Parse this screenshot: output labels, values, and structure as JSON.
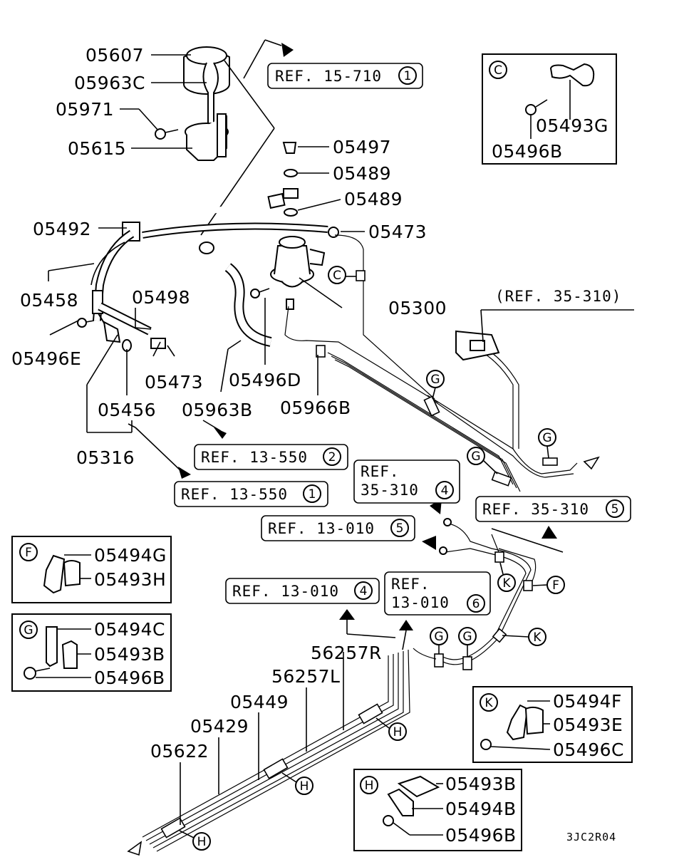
{
  "diagram": {
    "drawing_code": "3JC2R04",
    "part_labels": {
      "p05607": "05607",
      "p05963C": "05963C",
      "p05971": "05971",
      "p05615": "05615",
      "p05497": "05497",
      "p05489a": "05489",
      "p05489b": "05489",
      "p05473a": "05473",
      "p05492": "05492",
      "p05458": "05458",
      "p05498": "05498",
      "p05300": "05300",
      "p05496E": "05496E",
      "p05473b": "05473",
      "p05496D": "05496D",
      "p05456": "05456",
      "p05963B": "05963B",
      "p05966B": "05966B",
      "p05316": "05316",
      "p56257R": "56257R",
      "p56257L": "56257L",
      "p05449": "05449",
      "p05429": "05429",
      "p05622": "05622"
    },
    "refs": {
      "r15_710": {
        "text": "REF. 15-710",
        "num": "1"
      },
      "r35_310_top": {
        "text": "(REF. 35-310)"
      },
      "r13_550_2": {
        "text": "REF. 13-550",
        "num": "2"
      },
      "r13_550_1": {
        "text": "REF. 13-550",
        "num": "1"
      },
      "r35_310_4": {
        "line1": "REF.",
        "line2": "35-310",
        "num": "4"
      },
      "r35_310_5": {
        "text": "REF. 35-310",
        "num": "5"
      },
      "r13_010_5": {
        "text": "REF. 13-010",
        "num": "5"
      },
      "r13_010_4": {
        "text": "REF. 13-010",
        "num": "4"
      },
      "r13_010_6": {
        "line1": "REF.",
        "line2": "13-010",
        "num": "6"
      }
    },
    "detail_boxes": {
      "C": {
        "letter": "C",
        "parts": [
          "05493G",
          "05496B"
        ]
      },
      "F": {
        "letter": "F",
        "parts": [
          "05494G",
          "05493H"
        ]
      },
      "G": {
        "letter": "G",
        "parts": [
          "05494C",
          "05493B",
          "05496B"
        ]
      },
      "K": {
        "letter": "K",
        "parts": [
          "05494F",
          "05493E",
          "05496C"
        ]
      },
      "H": {
        "letter": "H",
        "parts": [
          "05493B",
          "05494B",
          "05496B"
        ]
      }
    },
    "callout_letters": {
      "C": "C",
      "G": "G",
      "K": "K",
      "F": "F",
      "H": "H"
    }
  }
}
